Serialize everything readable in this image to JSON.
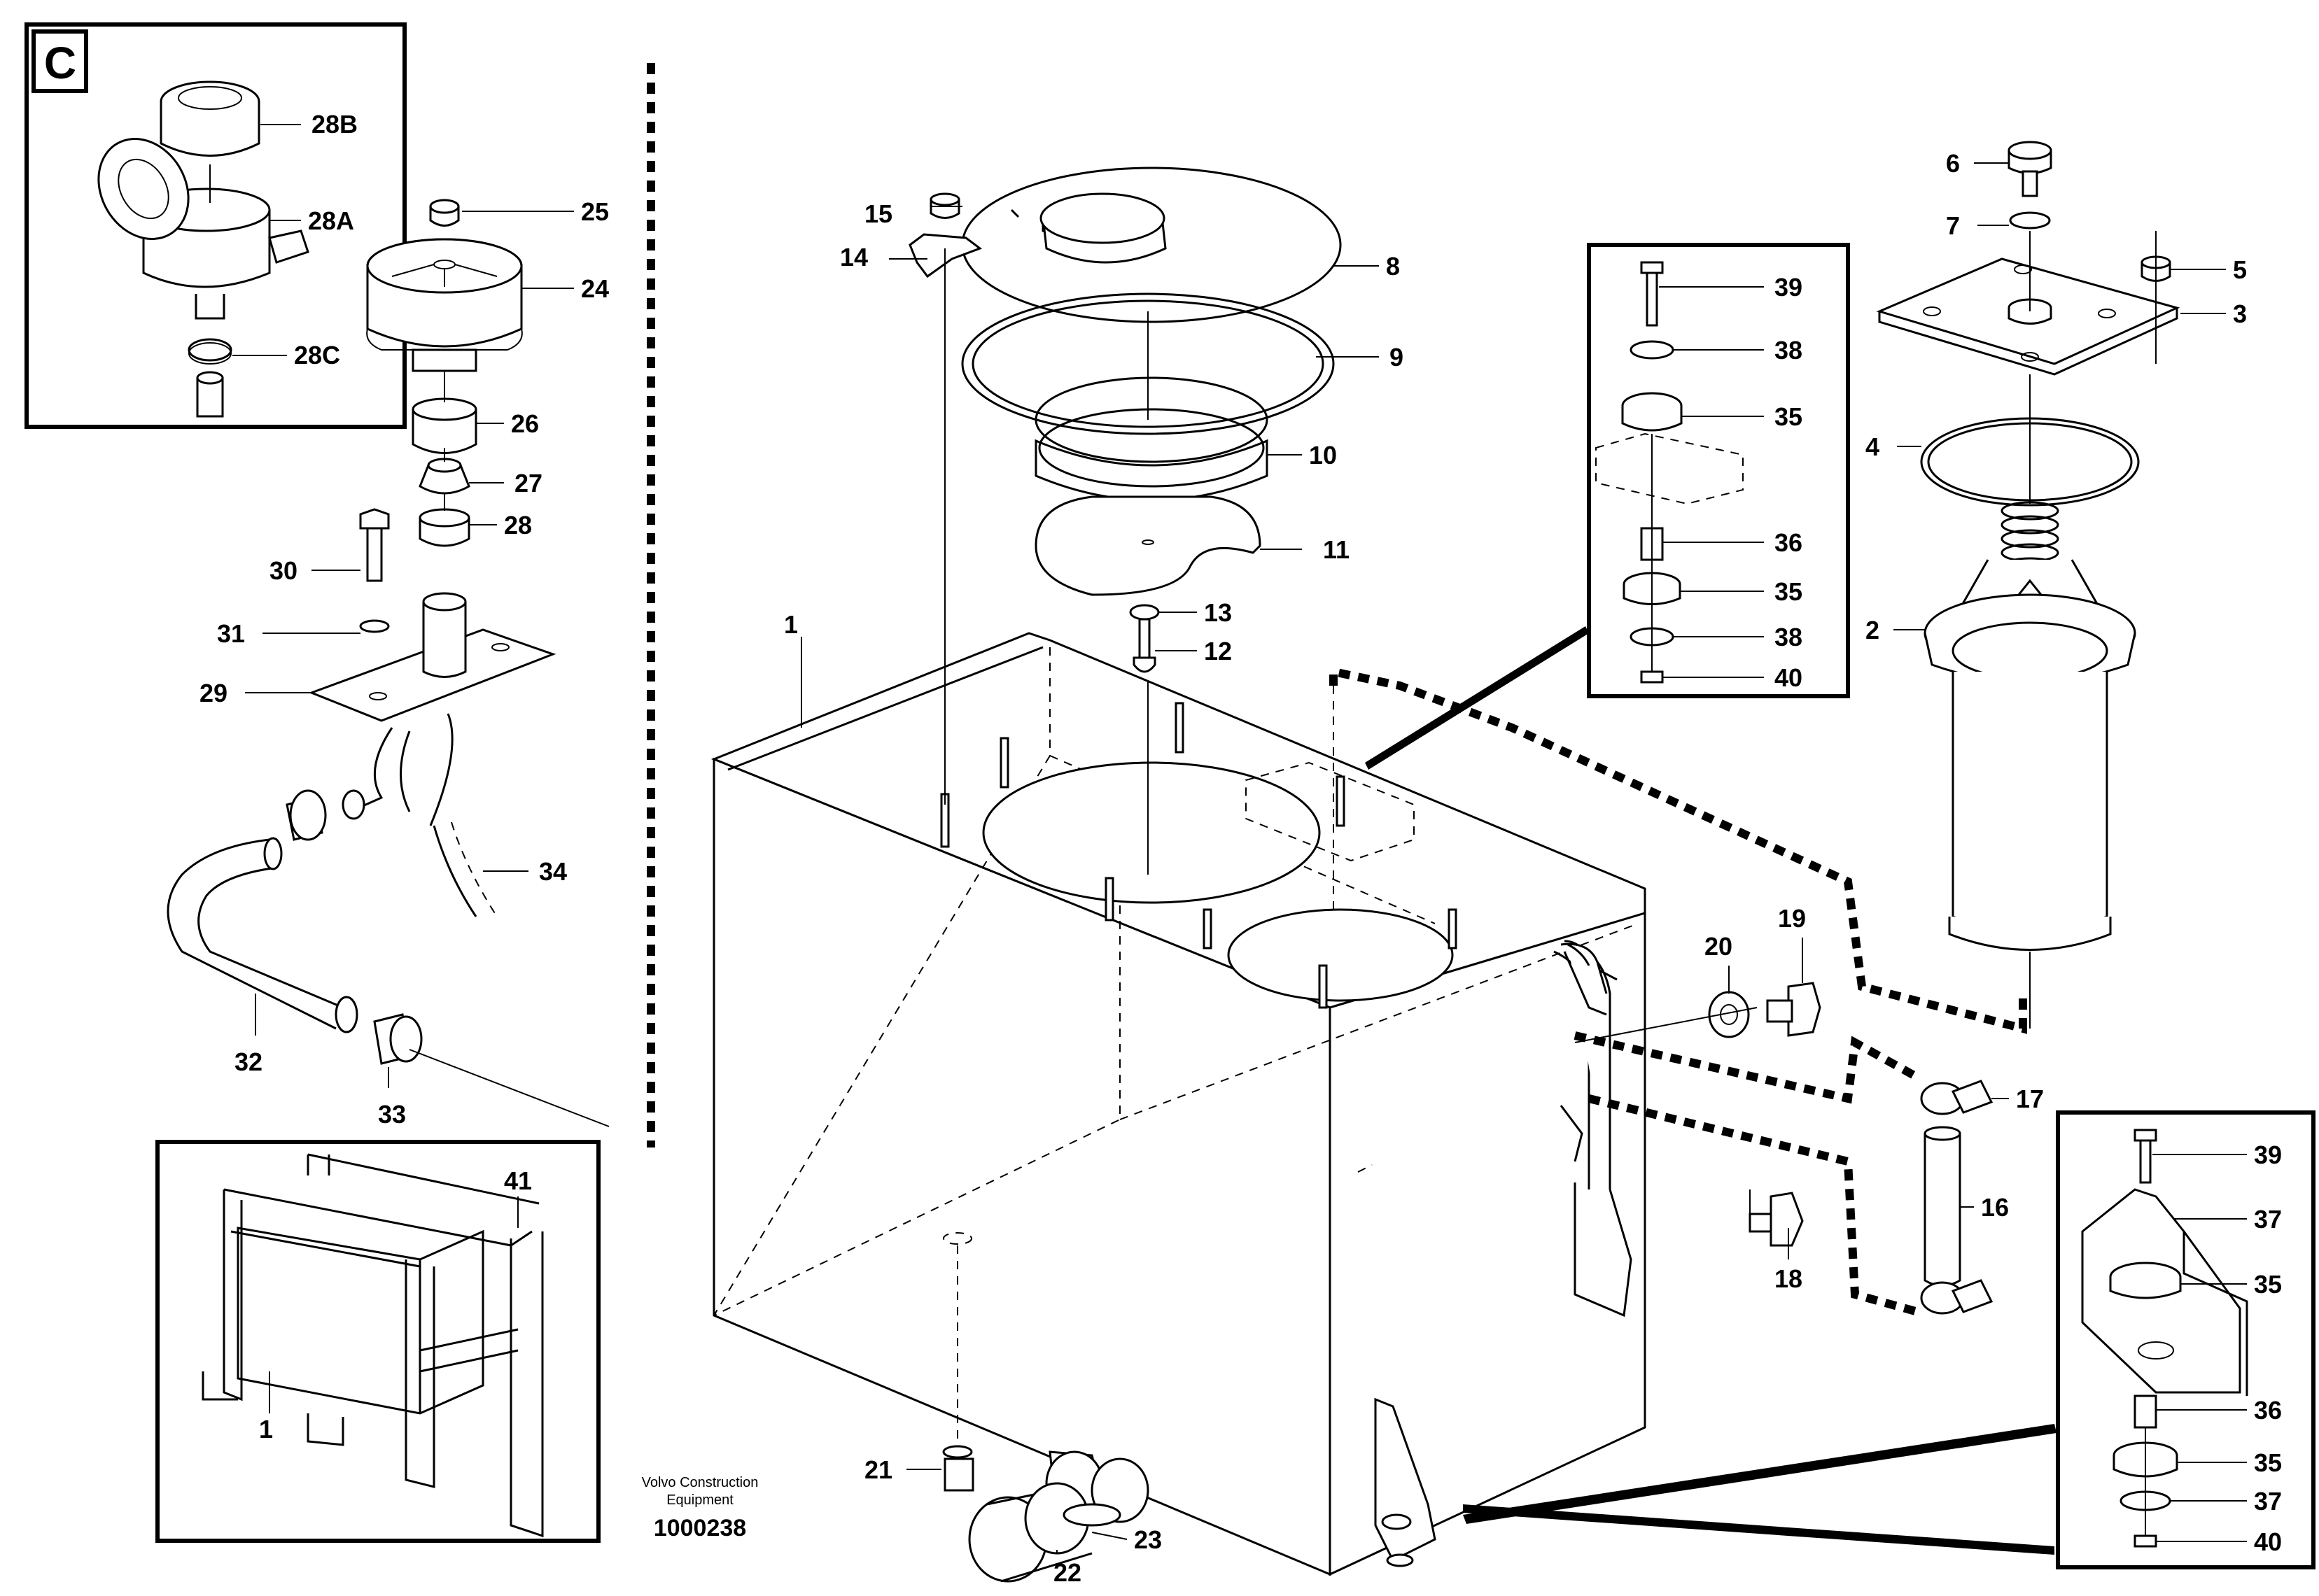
{
  "callouts": {
    "c1": "1",
    "c2": "2",
    "c3": "3",
    "c4": "4",
    "c5": "5",
    "c6": "6",
    "c7": "7",
    "c8": "8",
    "c9": "9",
    "c10": "10",
    "c11": "11",
    "c12": "12",
    "c13": "13",
    "c14": "14",
    "c15": "15",
    "c16": "16",
    "c17": "17",
    "c18": "18",
    "c19": "19",
    "c20": "20",
    "c21": "21",
    "c22": "22",
    "c23": "23",
    "c24": "24",
    "c25": "25",
    "c26": "26",
    "c27": "27",
    "c28": "28",
    "c28a": "28A",
    "c28b": "28B",
    "c28c": "28C",
    "c29": "29",
    "c30": "30",
    "c31": "31",
    "c32": "32",
    "c33": "33",
    "c34": "34",
    "c35": "35",
    "c36": "36",
    "c37": "37",
    "c38": "38",
    "c39": "39",
    "c40": "40",
    "c41": "41"
  },
  "insets": {
    "c_badge": "C",
    "upper_right": {
      "l39": "39",
      "l38a": "38",
      "l35a": "35",
      "l36": "36",
      "l35b": "35",
      "l38b": "38",
      "l40": "40"
    },
    "lower_right": {
      "l39": "39",
      "l37a": "37",
      "l35a": "35",
      "l36": "36",
      "l35b": "35",
      "l37b": "37",
      "l40": "40"
    },
    "lower_left": {
      "l41": "41",
      "l1": "1"
    }
  },
  "credits": {
    "maker_line1": "Volvo Construction",
    "maker_line2": "Equipment",
    "drawing_number": "1000238"
  }
}
